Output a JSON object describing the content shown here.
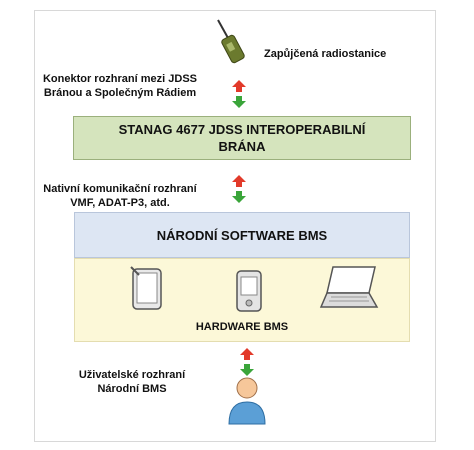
{
  "radio": {
    "label": "Zapůjčená radiostanice"
  },
  "connector": {
    "line1": "Konektor rozhraní mezi JDSS",
    "line2": "Bránou a Společným Rádiem"
  },
  "gateway": {
    "line1": "STANAG 4677 JDSS INTEROPERABILNÍ",
    "line2": "BRÁNA"
  },
  "native_interface": {
    "line1": "Nativní komunikační rozhraní",
    "line2": "VMF, ADAT-P3, atd."
  },
  "software": {
    "label": "NÁRODNÍ SOFTWARE BMS"
  },
  "hardware": {
    "label": "HARDWARE BMS",
    "devices": [
      "tablet-icon",
      "handheld-icon",
      "laptop-icon"
    ]
  },
  "user_interface": {
    "line1": "Uživatelské rozhraní",
    "line2": "Národní BMS"
  },
  "colors": {
    "up_arrow": "#e23a2a",
    "down_arrow": "#3aa53a",
    "gateway_fill": "#d5e4bd",
    "software_fill": "#dde6f3",
    "hardware_fill": "#fcf8d8"
  }
}
